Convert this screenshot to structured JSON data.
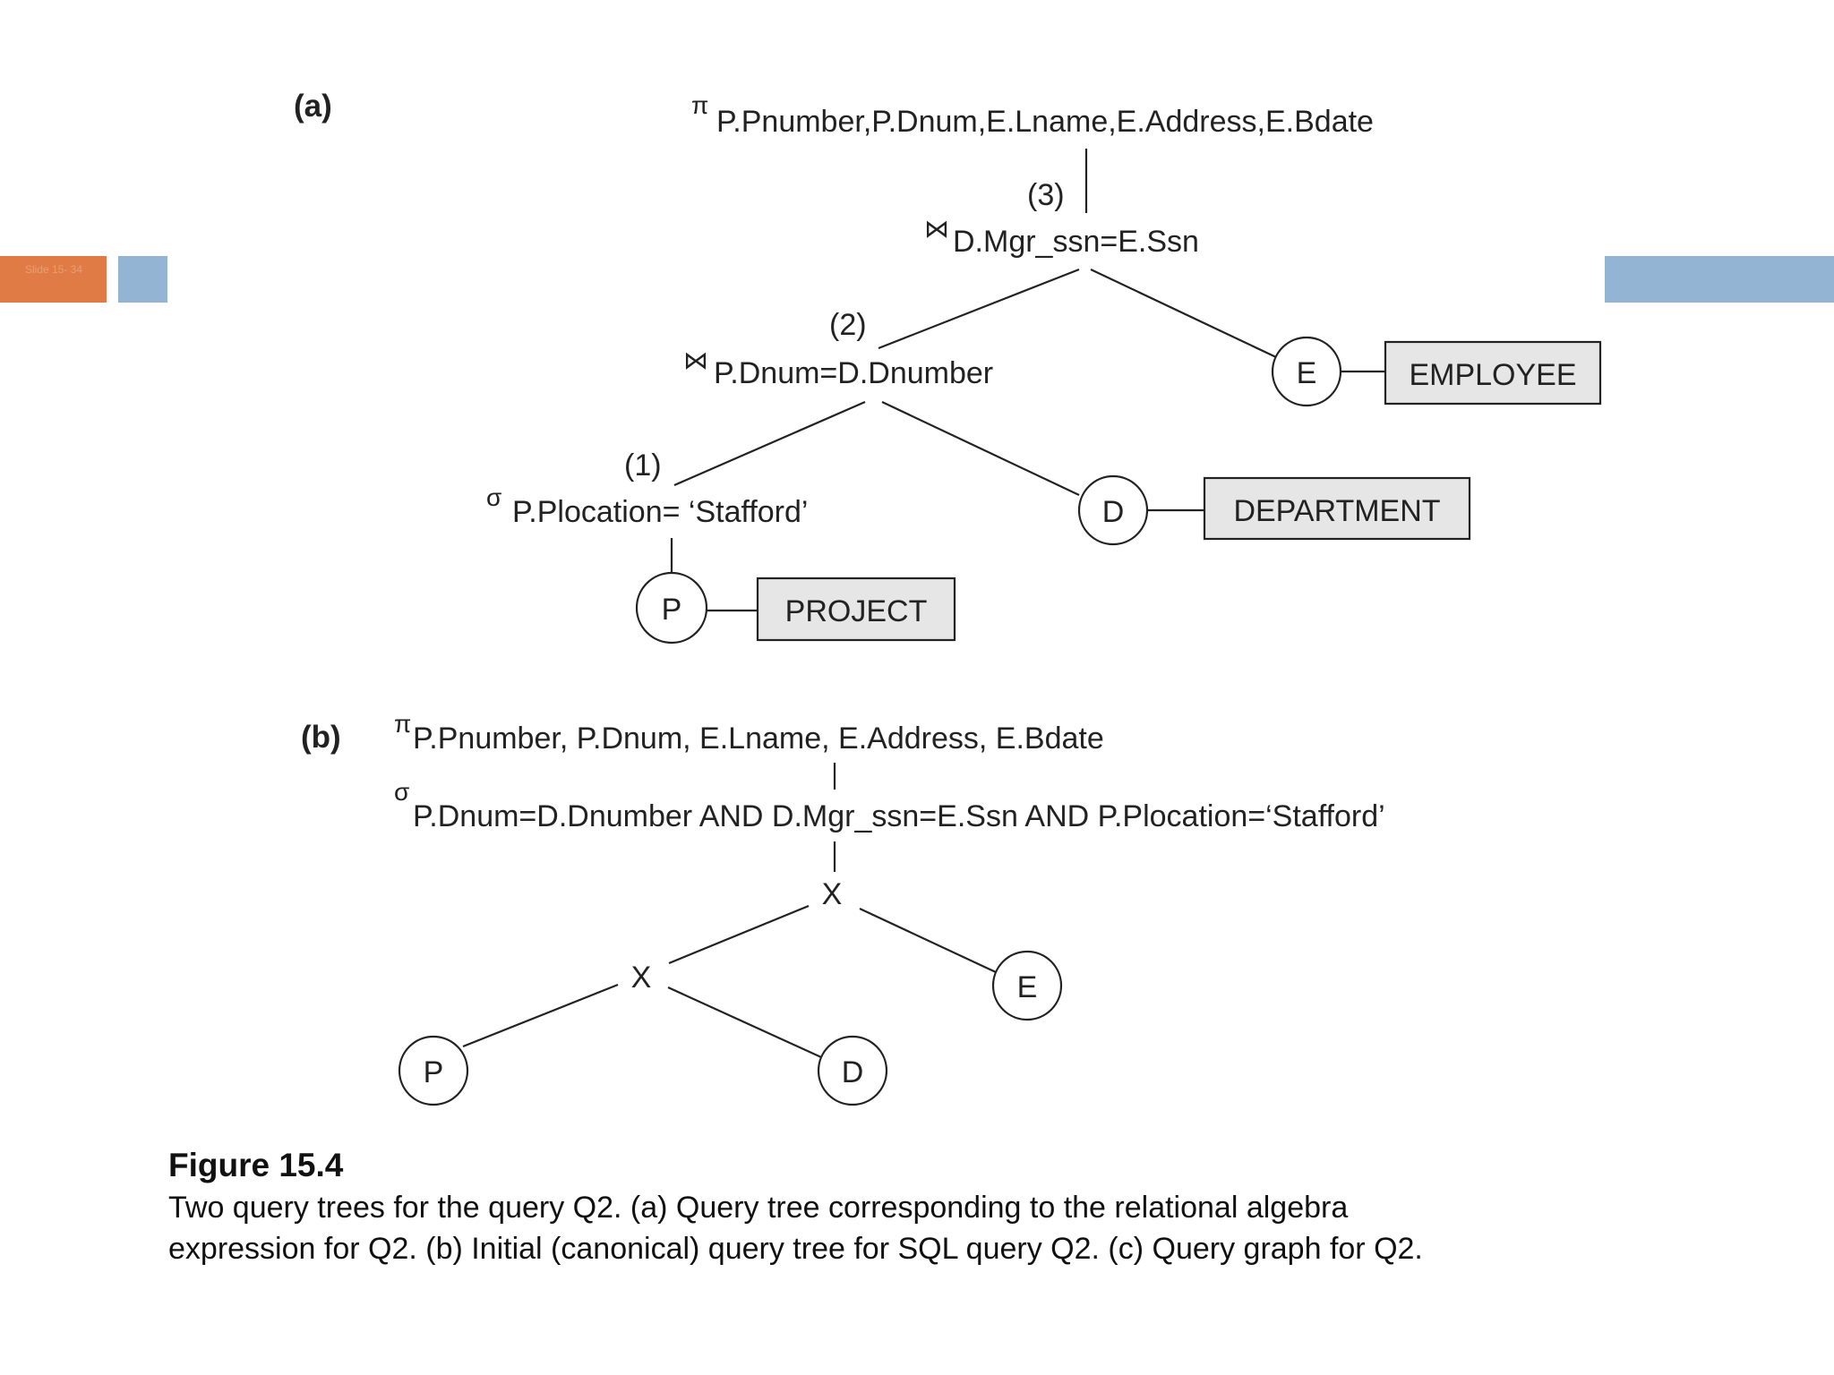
{
  "slide": {
    "number_label": "Slide 15- 34",
    "colors": {
      "accent_orange": "#e07b45",
      "accent_blue": "#93b5d3"
    }
  },
  "tree_a": {
    "part_label": "(a)",
    "project": {
      "symbol": "π",
      "text": "P.Pnumber,P.Dnum,E.Lname,E.Address,E.Bdate"
    },
    "join3": {
      "step": "(3)",
      "symbol": "⋈",
      "text": "D.Mgr_ssn=E.Ssn"
    },
    "join2": {
      "step": "(2)",
      "symbol": "⋈",
      "text": "P.Dnum=D.Dnumber"
    },
    "select1": {
      "step": "(1)",
      "symbol": "σ",
      "text": "P.Plocation= ‘Stafford’"
    },
    "nodes": {
      "e": "E",
      "d": "D",
      "p": "P"
    },
    "relations": {
      "employee": "EMPLOYEE",
      "department": "DEPARTMENT",
      "project": "PROJECT"
    }
  },
  "tree_b": {
    "part_label": "(b)",
    "project": {
      "symbol": "π",
      "text": "P.Pnumber, P.Dnum, E.Lname, E.Address, E.Bdate"
    },
    "select": {
      "symbol": "σ",
      "text": "P.Dnum=D.Dnumber AND D.Mgr_ssn=E.Ssn AND P.Plocation=‘Stafford’"
    },
    "cross_top": "X",
    "cross_left": "X",
    "nodes": {
      "e": "E",
      "p": "P",
      "d": "D"
    }
  },
  "caption": {
    "title": "Figure 15.4",
    "line1": "Two query trees for the query Q2. (a) Query tree corresponding to the relational algebra",
    "line2": "expression for Q2. (b) Initial (canonical) query tree for SQL query Q2. (c) Query graph for Q2."
  }
}
